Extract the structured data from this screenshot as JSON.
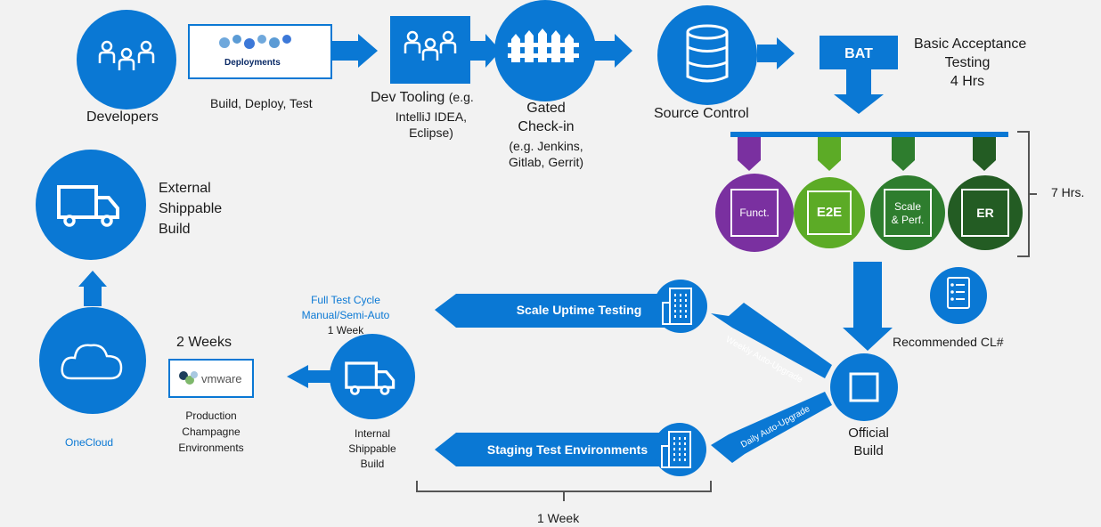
{
  "colors": {
    "blue": "#0a78d4",
    "purple": "#7a30a0",
    "e2e_green": "#5cab26",
    "scale_green": "#2e7d2e",
    "er_green": "#235c23",
    "background": "#f2f2f2"
  },
  "nodes": {
    "developers": "Developers",
    "deployments_image": "Deployments",
    "build_deploy_test": "Build, Deploy, Test",
    "dev_tooling": {
      "title": "Dev Tooling",
      "paren": "(e.g.",
      "line2": "IntelliJ IDEA,",
      "line3": "Eclipse)"
    },
    "gated_checkin": {
      "line1": "Gated",
      "line2": "Check-in",
      "line3": "(e.g. Jenkins,",
      "line4": "Gitlab, Gerrit)"
    },
    "source_control": "Source Control",
    "bat": "BAT",
    "bat_desc": [
      "Basic Acceptance",
      "Testing",
      "4 Hrs"
    ],
    "tests": {
      "funct": "Funct.",
      "e2e": "E2E",
      "scale_line1": "Scale",
      "scale_line2": "& Perf.",
      "er": "ER"
    },
    "seven_hrs": "7 Hrs.",
    "recommended": "Recommended CL#",
    "official_build": [
      "Official",
      "Build"
    ],
    "external_build": [
      "External",
      "Shippable",
      "Build"
    ],
    "onecloud": "OneCloud",
    "two_weeks": "2 Weeks",
    "vmware": "vmware",
    "production": [
      "Production",
      "Champagne",
      "Environments"
    ],
    "full_test_cycle": [
      "Full Test Cycle",
      "Manual/Semi-Auto"
    ],
    "one_week_top": "1 Week",
    "internal_build": [
      "Internal",
      "Shippable",
      "Build"
    ],
    "scale_uptime": "Scale Uptime Testing",
    "staging": "Staging Test Environments",
    "weekly_upgrade": "Weekly Auto-Upgrade",
    "daily_upgrade": "Daily Auto-Upgrade",
    "one_week_bottom": "1 Week"
  },
  "icons": [
    "people-icon",
    "deployments-gears-icon",
    "fence-icon",
    "database-icon",
    "truck-icon",
    "cloud-icon",
    "building-icon",
    "checklist-icon",
    "square-icon"
  ]
}
